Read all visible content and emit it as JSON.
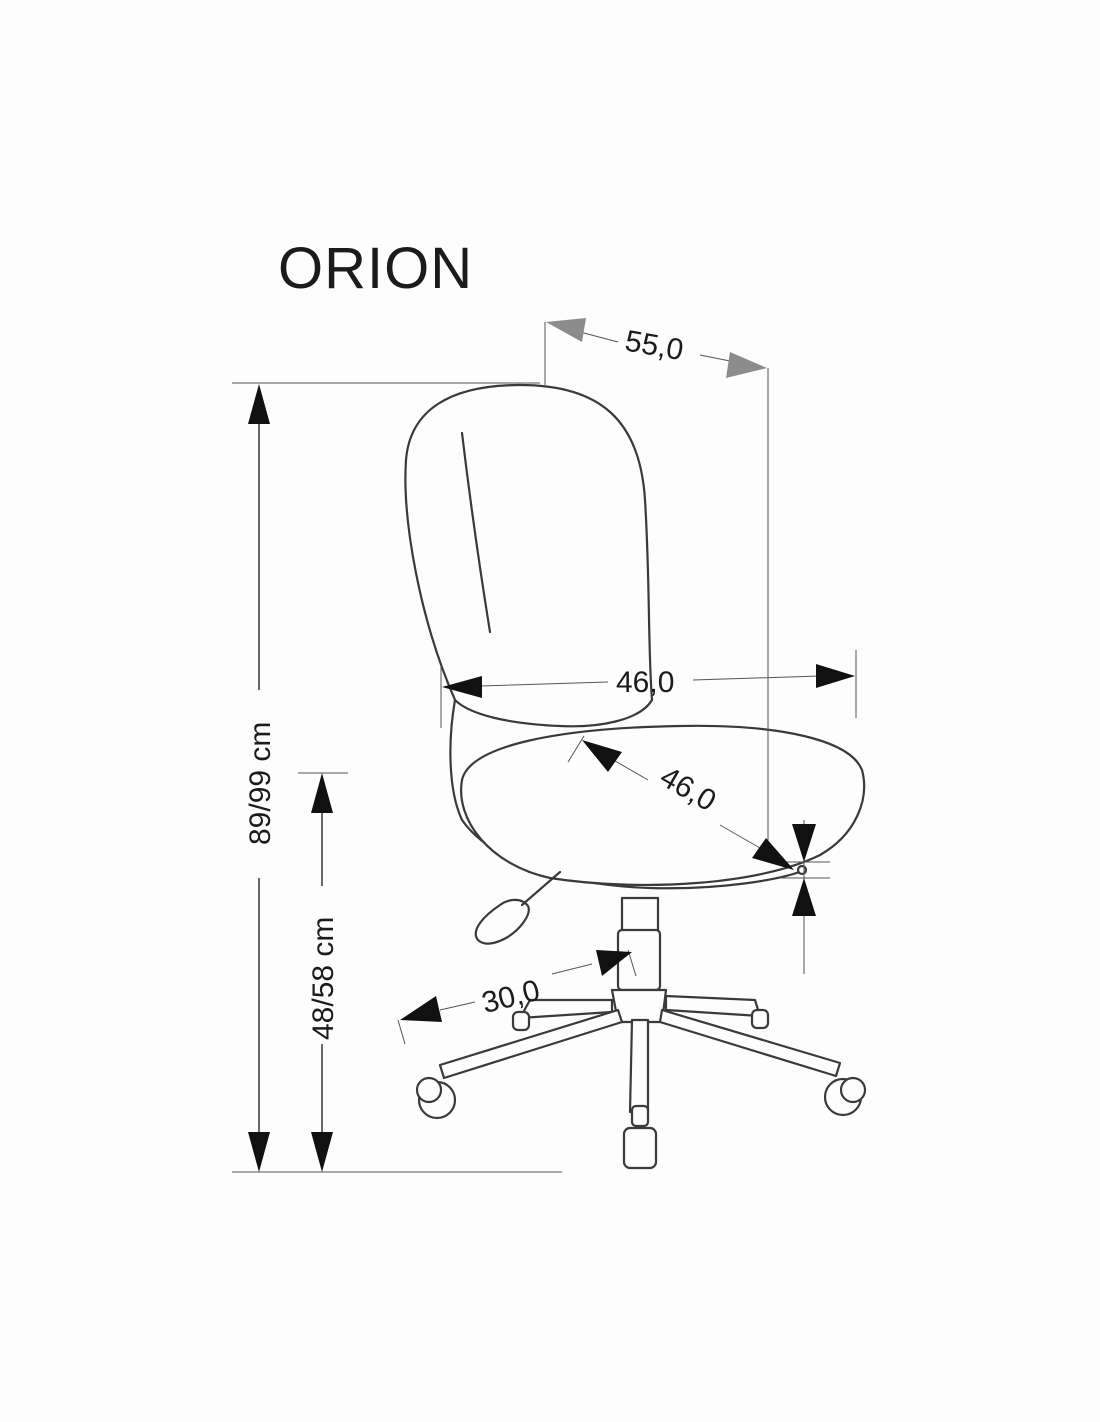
{
  "product": {
    "name": "ORION"
  },
  "dimensions": {
    "overall_width": "55,0",
    "seat_width": "46,0",
    "seat_depth": "46,0",
    "base_radius": "30,0",
    "total_height": "89/99 cm",
    "seat_height": "48/58 cm"
  },
  "colors": {
    "line": "#2a2a2a",
    "arrow_grey": "#8c8c8c",
    "arrow_black": "#111111",
    "background": "#fdfdfd"
  }
}
